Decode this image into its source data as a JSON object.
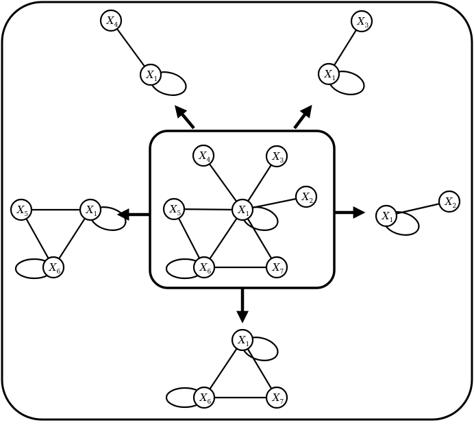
{
  "node_label_prefix": "X",
  "colors": {
    "stroke": "#000000",
    "fill": "#ffffff"
  },
  "graphs": [
    {
      "id": "center",
      "nodes": [
        {
          "id": "c4",
          "index": "4"
        },
        {
          "id": "c3",
          "index": "3"
        },
        {
          "id": "c2",
          "index": "2"
        },
        {
          "id": "c5",
          "index": "5"
        },
        {
          "id": "c1",
          "index": "1",
          "self_loop": true
        },
        {
          "id": "c6",
          "index": "6",
          "self_loop": true
        },
        {
          "id": "c7",
          "index": "7"
        }
      ],
      "edges": [
        [
          "c4",
          "c1"
        ],
        [
          "c3",
          "c1"
        ],
        [
          "c2",
          "c1"
        ],
        [
          "c5",
          "c1"
        ],
        [
          "c5",
          "c6"
        ],
        [
          "c1",
          "c6"
        ],
        [
          "c1",
          "c7"
        ],
        [
          "c6",
          "c7"
        ]
      ]
    },
    {
      "id": "top-left",
      "nodes": [
        {
          "id": "tl4",
          "index": "4"
        },
        {
          "id": "tl1",
          "index": "1",
          "self_loop": true
        }
      ],
      "edges": [
        [
          "tl4",
          "tl1"
        ]
      ]
    },
    {
      "id": "top-right",
      "nodes": [
        {
          "id": "tr3",
          "index": "3"
        },
        {
          "id": "tr1",
          "index": "1",
          "self_loop": true
        }
      ],
      "edges": [
        [
          "tr3",
          "tr1"
        ]
      ]
    },
    {
      "id": "left",
      "nodes": [
        {
          "id": "l5",
          "index": "5"
        },
        {
          "id": "l1",
          "index": "1",
          "self_loop": true
        },
        {
          "id": "l6",
          "index": "6",
          "self_loop": true
        }
      ],
      "edges": [
        [
          "l5",
          "l1"
        ],
        [
          "l5",
          "l6"
        ],
        [
          "l1",
          "l6"
        ]
      ]
    },
    {
      "id": "right",
      "nodes": [
        {
          "id": "r1",
          "index": "1",
          "self_loop": true
        },
        {
          "id": "r2",
          "index": "2"
        }
      ],
      "edges": [
        [
          "r1",
          "r2"
        ]
      ]
    },
    {
      "id": "bottom",
      "nodes": [
        {
          "id": "b1",
          "index": "1",
          "self_loop": true
        },
        {
          "id": "b6",
          "index": "6",
          "self_loop": true
        },
        {
          "id": "b7",
          "index": "7"
        }
      ],
      "edges": [
        [
          "b1",
          "b6"
        ],
        [
          "b1",
          "b7"
        ],
        [
          "b6",
          "b7"
        ]
      ]
    }
  ],
  "arrows": [
    {
      "id": "to-top-left"
    },
    {
      "id": "to-top-right"
    },
    {
      "id": "to-left"
    },
    {
      "id": "to-right"
    },
    {
      "id": "to-bottom"
    }
  ]
}
